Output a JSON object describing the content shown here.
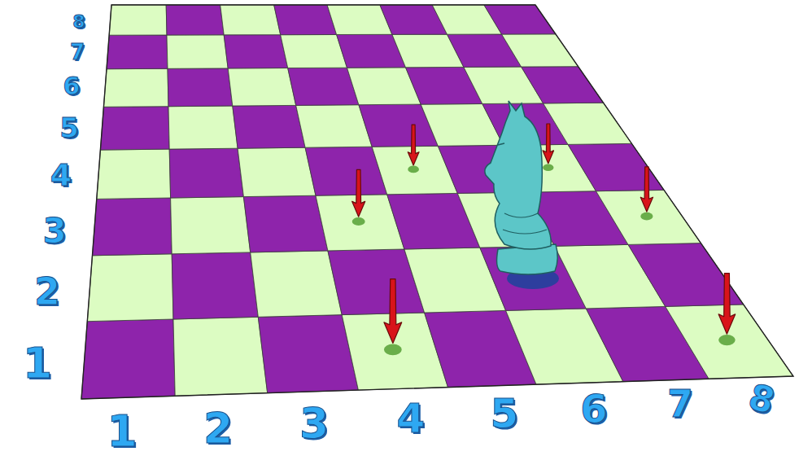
{
  "diagram": {
    "labels": [
      "8",
      "7",
      "6",
      "5",
      "4",
      "3",
      "2",
      "1",
      "1",
      "2",
      "3",
      "4",
      "5",
      "6",
      "7",
      "8"
    ]
  }
}
